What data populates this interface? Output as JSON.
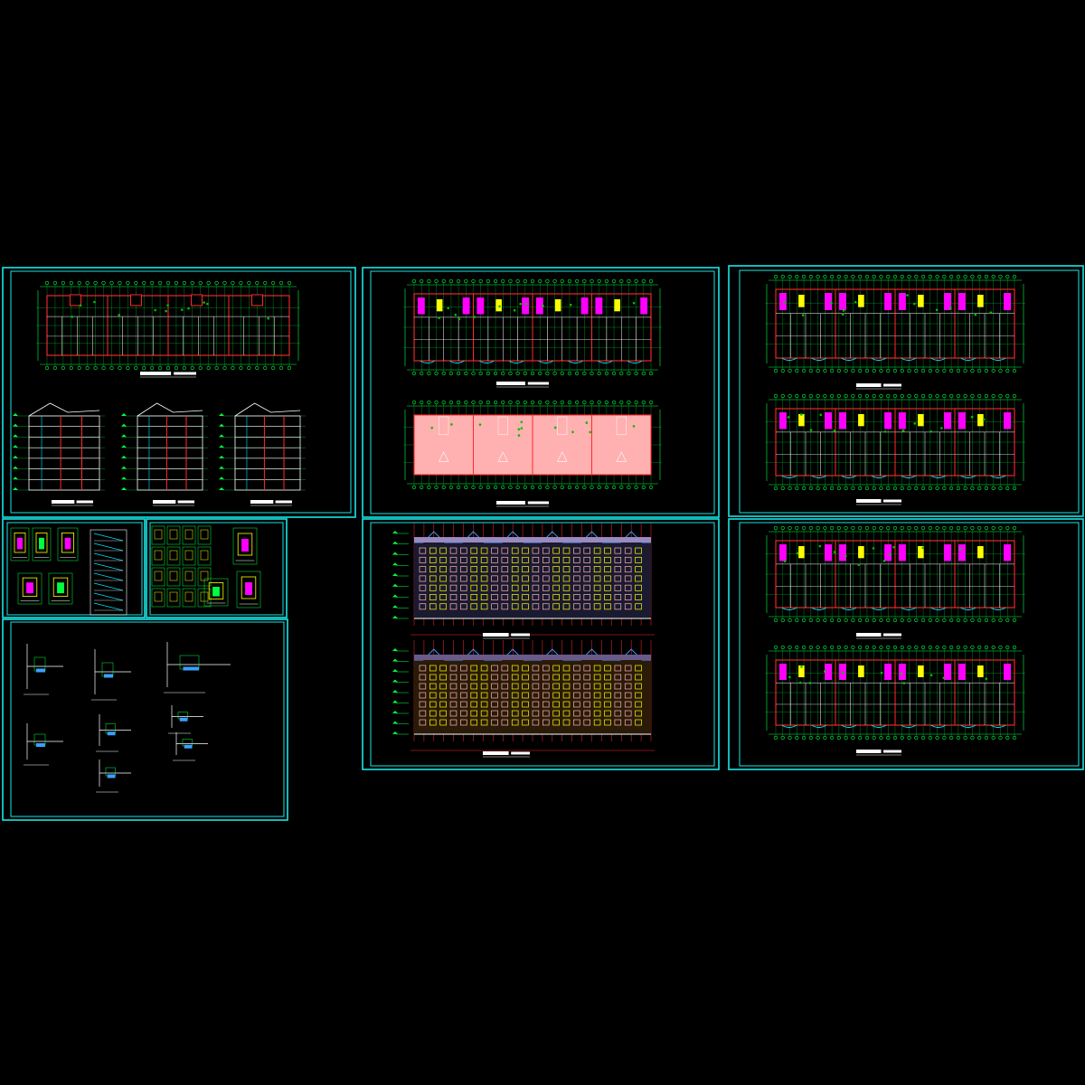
{
  "drawing_sheet": {
    "background_color": "#000000",
    "palette": {
      "frame": "#19e6e6",
      "grid": "#00ff40",
      "wall": "#ff2a2a",
      "magenta": "#ff00ff",
      "yellow": "#ffff00",
      "white": "#ffffff",
      "cyan": "#00e5ff",
      "pink": "#ffb4b4",
      "blue": "#3aa0ff"
    },
    "panels": [
      {
        "id": "left-top",
        "kind": "floor-plan-and-sections"
      },
      {
        "id": "left-mid-a",
        "kind": "detail-sheet"
      },
      {
        "id": "left-mid-b",
        "kind": "detail-sheet"
      },
      {
        "id": "left-bottom",
        "kind": "detail-sheet"
      },
      {
        "id": "center-top",
        "kind": "floor-plans"
      },
      {
        "id": "center-bottom",
        "kind": "elevations"
      },
      {
        "id": "right-top",
        "kind": "floor-plans"
      },
      {
        "id": "right-bottom",
        "kind": "floor-plans"
      }
    ]
  }
}
